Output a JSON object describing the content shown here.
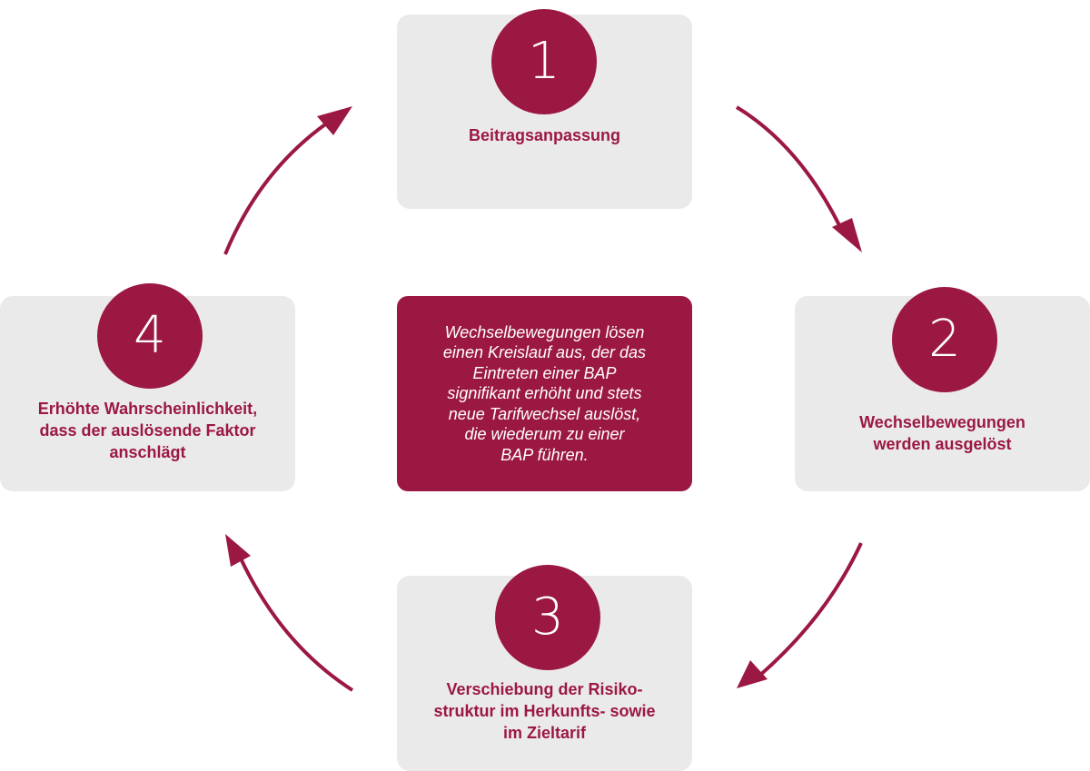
{
  "colors": {
    "accent": "#9b1842",
    "card_background": "#ebeaea",
    "text_on_accent": "#ffffff"
  },
  "steps": [
    {
      "number": "1",
      "label": "Beitragsanpassung"
    },
    {
      "number": "2",
      "label": "Wechselbewegungen\nwerden ausgelöst"
    },
    {
      "number": "3",
      "label": "Verschiebung der Risiko-\nstruktur im Herkunfts- sowie\nim Zieltarif"
    },
    {
      "number": "4",
      "label": "Erhöhte Wahrscheinlichkeit,\ndass der auslösende Faktor\nanschlägt"
    }
  ],
  "center": {
    "text": "Wechselbewegungen lösen\neinen Kreislauf aus, der das\nEintreten einer BAP\nsignifikant erhöht und stets\nneue Tarifwechsel auslöst,\ndie wiederum zu einer\nBAP führen."
  }
}
